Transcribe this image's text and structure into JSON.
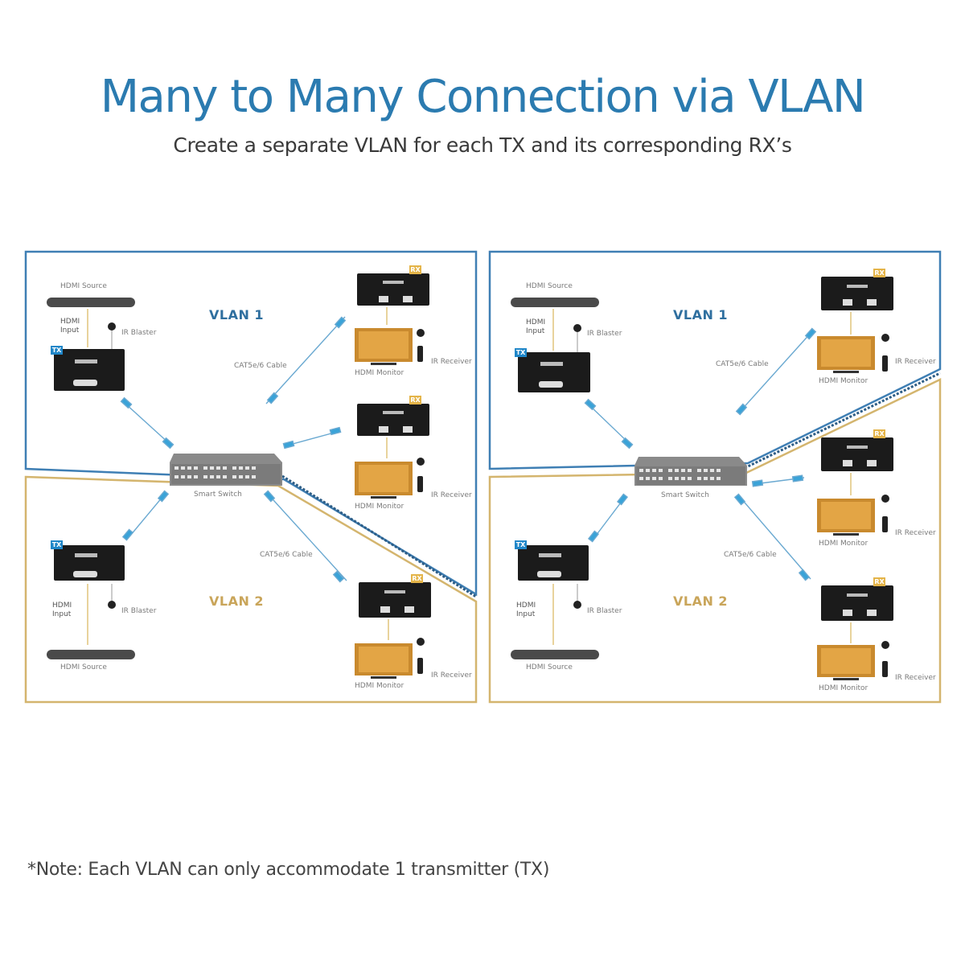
{
  "header": {
    "title": "Many to Many Connection via VLAN",
    "subtitle": "Create a separate VLAN for each TX and its corresponding RX’s"
  },
  "footer": {
    "note": "*Note: Each VLAN can only accommodate 1 transmitter (TX)"
  },
  "colors": {
    "title": "#2b7bb0",
    "vlan1_border": "#3f7fb4",
    "vlan2_border": "#d4b56e",
    "tx_badge": "#1f86c8",
    "rx_badge": "#e4b448",
    "cable": "#3aa3d8"
  },
  "labels": {
    "hdmi_source": "HDMI Source",
    "hdmi_input": "HDMI\nInput",
    "ir_blaster": "IR Blaster",
    "ir_receiver": "IR Receiver",
    "hdmi_monitor": "HDMI Monitor",
    "cable": "CAT5e/6 Cable",
    "smart_switch": "Smart Switch",
    "tx_badge": "TX",
    "rx_badge": "RX"
  },
  "panels": [
    {
      "id": "left",
      "vlans": [
        {
          "label": "VLAN 1",
          "receivers": 2
        },
        {
          "label": "VLAN 2",
          "receivers": 1
        }
      ]
    },
    {
      "id": "right",
      "vlans": [
        {
          "label": "VLAN 1",
          "receivers": 1
        },
        {
          "label": "VLAN 2",
          "receivers": 2
        }
      ]
    }
  ]
}
